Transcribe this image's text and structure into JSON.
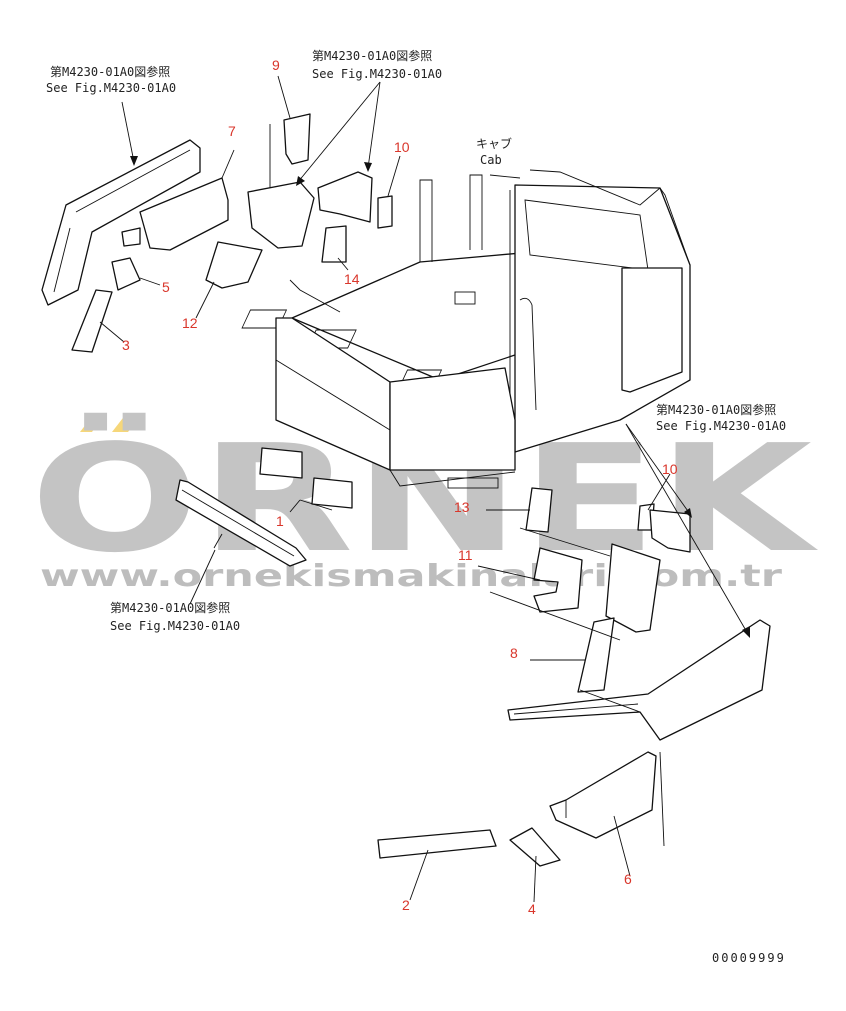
{
  "references": {
    "top_left": {
      "jp": "第M4230-01A0図参照",
      "en": "See Fig.M4230-01A0"
    },
    "top_center": {
      "jp": "第M4230-01A0図参照",
      "en": "See Fig.M4230-01A0"
    },
    "bottom_left": {
      "jp": "第M4230-01A0図参照",
      "en": "See Fig.M4230-01A0"
    },
    "right": {
      "jp": "第M4230-01A0図参照",
      "en": "See Fig.M4230-01A0"
    }
  },
  "cab_label": {
    "jp": "キャブ",
    "en": "Cab"
  },
  "part_numbers": {
    "p1": "1",
    "p2": "2",
    "p3": "3",
    "p4": "4",
    "p5": "5",
    "p6": "6",
    "p7": "7",
    "p8": "8",
    "p9": "9",
    "p10a": "10",
    "p10b": "10",
    "p11": "11",
    "p12": "12",
    "p13": "13",
    "p14": "14"
  },
  "watermark": {
    "brand": "ÖRNEK",
    "url": "www.ornekismakinalari.com.tr"
  },
  "drawing_code": "00009999",
  "colors": {
    "part_number": "#d9362b",
    "watermark": "#c4c4c4",
    "watermark_accent": "#f6d77a",
    "line": "#111111"
  }
}
